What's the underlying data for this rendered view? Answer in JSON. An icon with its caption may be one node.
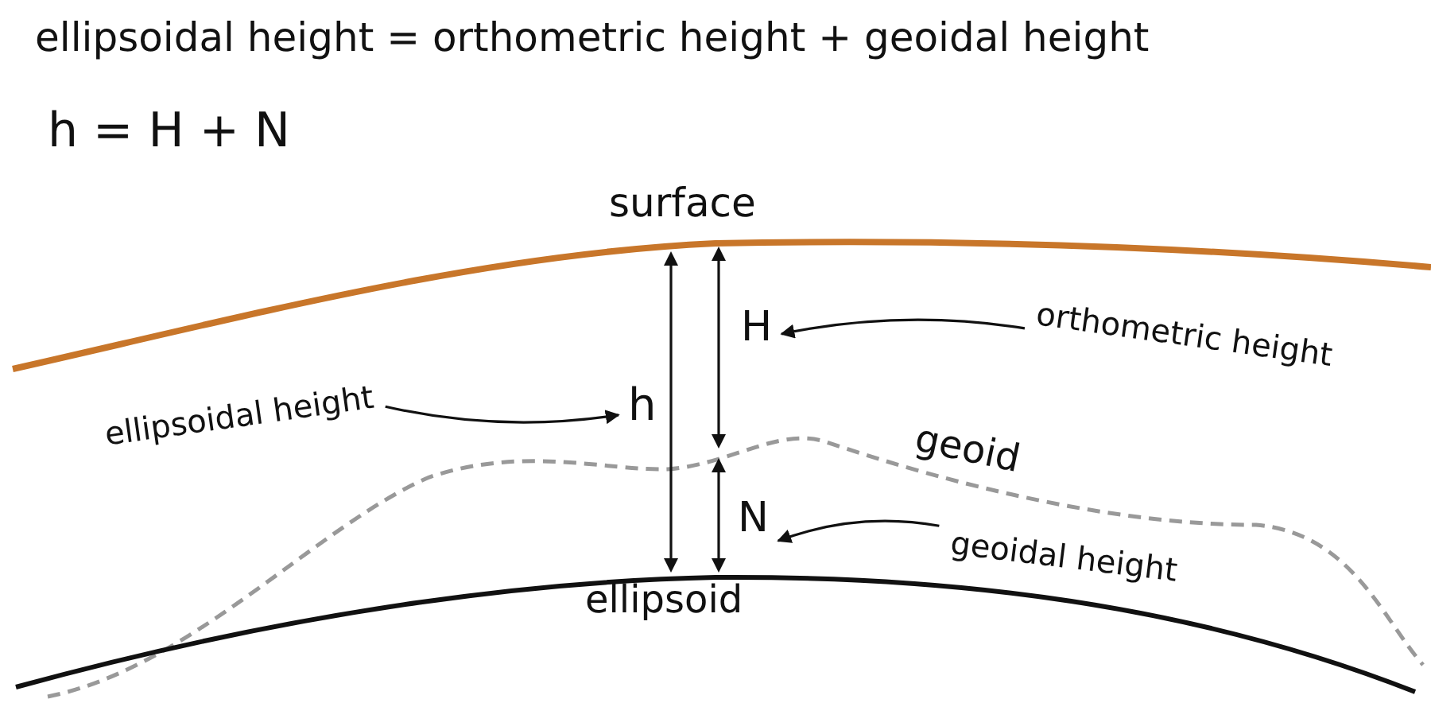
{
  "diagram": {
    "title": "ellipsoidal height = orthometric height + geoidal height",
    "nodes": [
      {
        "text": [
          "H"
        ]
      },
      {
        "text": [
          "orthometric height"
        ]
      },
      {
        "text": [
          "ellipsoidal height"
        ]
      },
      {
        "text": [
          "h"
        ]
      },
      {
        "text": [
          "N"
        ]
      },
      {
        "text": [
          "geoidal height"
        ]
      }
    ],
    "edges": [
      {
        "from": 1,
        "to": 0,
        "arrow": "to"
      },
      {
        "from": 2,
        "to": 3,
        "arrow": "to"
      },
      {
        "from": 5,
        "to": 4,
        "arrow": "to"
      }
    ],
    "labels": [
      "h = H + N",
      "surface",
      "geoid",
      "ellipsoid"
    ]
  }
}
